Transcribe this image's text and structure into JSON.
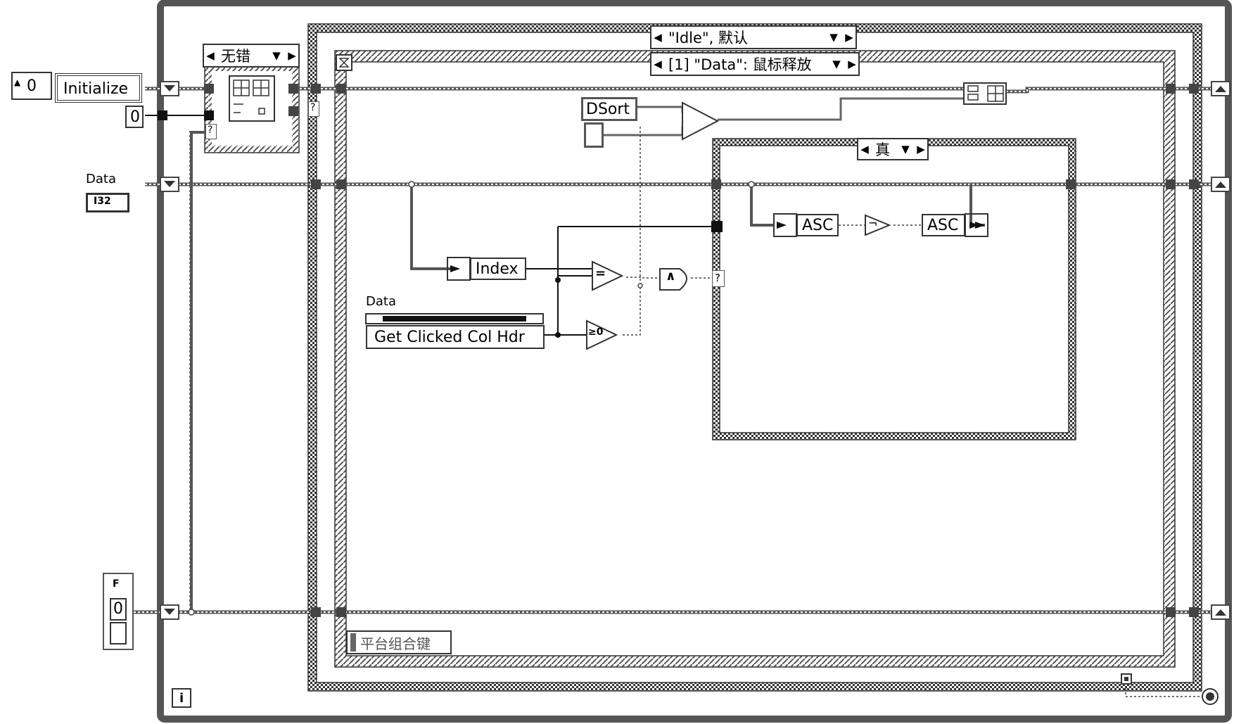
{
  "diagram": {
    "shift_register_init": {
      "value": "0",
      "enum_label": "Initialize"
    },
    "numeric_const": "0",
    "error_case": {
      "label": "无错"
    },
    "data_control": {
      "label": "Data",
      "type_badge": "I32"
    },
    "bool_const": {
      "badge": "F",
      "value": "0"
    },
    "outer_case": {
      "label": "\"Idle\", 默认"
    },
    "event_case": {
      "label": "[1] \"Data\": 鼠标释放"
    },
    "dsort_label": "DSort",
    "true_case": {
      "label": "真"
    },
    "index_unbundle": "Index",
    "asc_unbundle": "ASC",
    "asc_bundle": "ASC",
    "data_property": {
      "label": "Data",
      "property": "Get Clicked Col Hdr"
    },
    "and_symbol": "∧",
    "equal_symbol": "=",
    "ge_zero_symbol": "≥0",
    "not_symbol": "¬",
    "platform_modifier": "平台组合键",
    "loop_index": "i",
    "question_mark": "?"
  }
}
